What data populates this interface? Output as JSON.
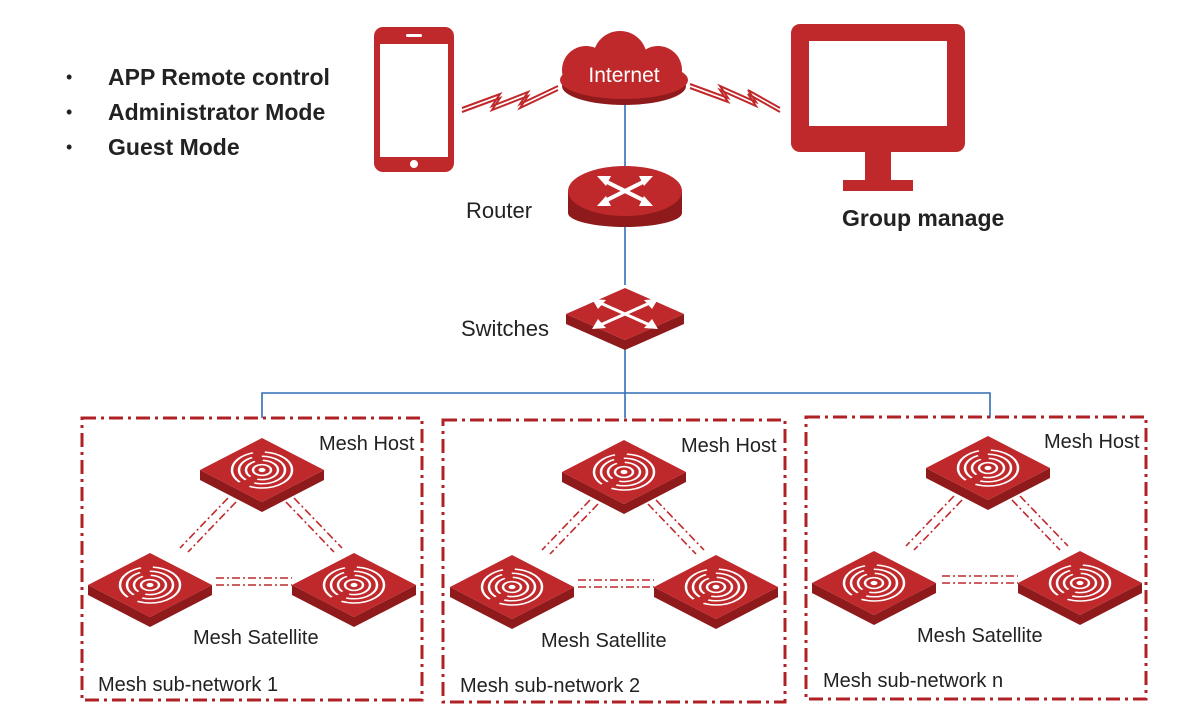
{
  "bullets": [
    "APP Remote control",
    "Administrator Mode",
    "Guest Mode"
  ],
  "labels": {
    "internet": "Internet",
    "router": "Router",
    "switches": "Switches",
    "group_manage": "Group manage"
  },
  "subnetworks": [
    {
      "host_label": "Mesh Host",
      "satellite_label": "Mesh Satellite",
      "name": "Mesh sub-network 1"
    },
    {
      "host_label": "Mesh Host",
      "satellite_label": "Mesh Satellite",
      "name": "Mesh sub-network 2"
    },
    {
      "host_label": "Mesh Host",
      "satellite_label": "Mesh Satellite",
      "name": "Mesh sub-network n"
    }
  ],
  "colors": {
    "accent": "#c0292b",
    "accent_dark": "#8f1a1c",
    "link": "#2e6fb5"
  }
}
